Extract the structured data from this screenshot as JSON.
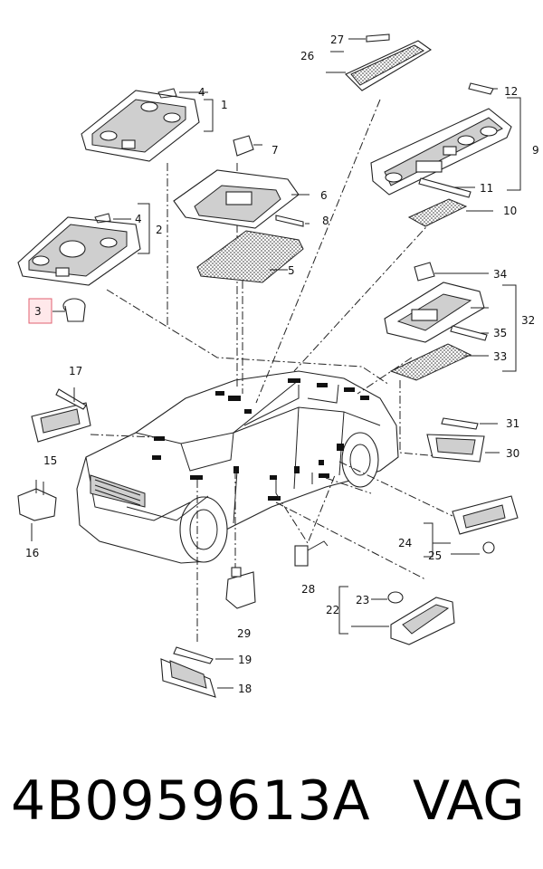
{
  "diagram": {
    "callouts": {
      "c1": "1",
      "c2": "2",
      "c3": "3",
      "c4a": "4",
      "c4b": "4",
      "c5": "5",
      "c6": "6",
      "c7": "7",
      "c8": "8",
      "c9": "9",
      "c10": "10",
      "c11": "11",
      "c12": "12",
      "c15": "15",
      "c16": "16",
      "c17": "17",
      "c18": "18",
      "c19": "19",
      "c22": "22",
      "c23": "23",
      "c24": "24",
      "c25": "25",
      "c26": "26",
      "c27": "27",
      "c28": "28",
      "c29": "29",
      "c30": "30",
      "c31": "31",
      "c32": "32",
      "c33": "33",
      "c34": "34",
      "c35": "35"
    }
  },
  "footer": {
    "part_number": "4B0959613A",
    "brand": "VAG"
  }
}
